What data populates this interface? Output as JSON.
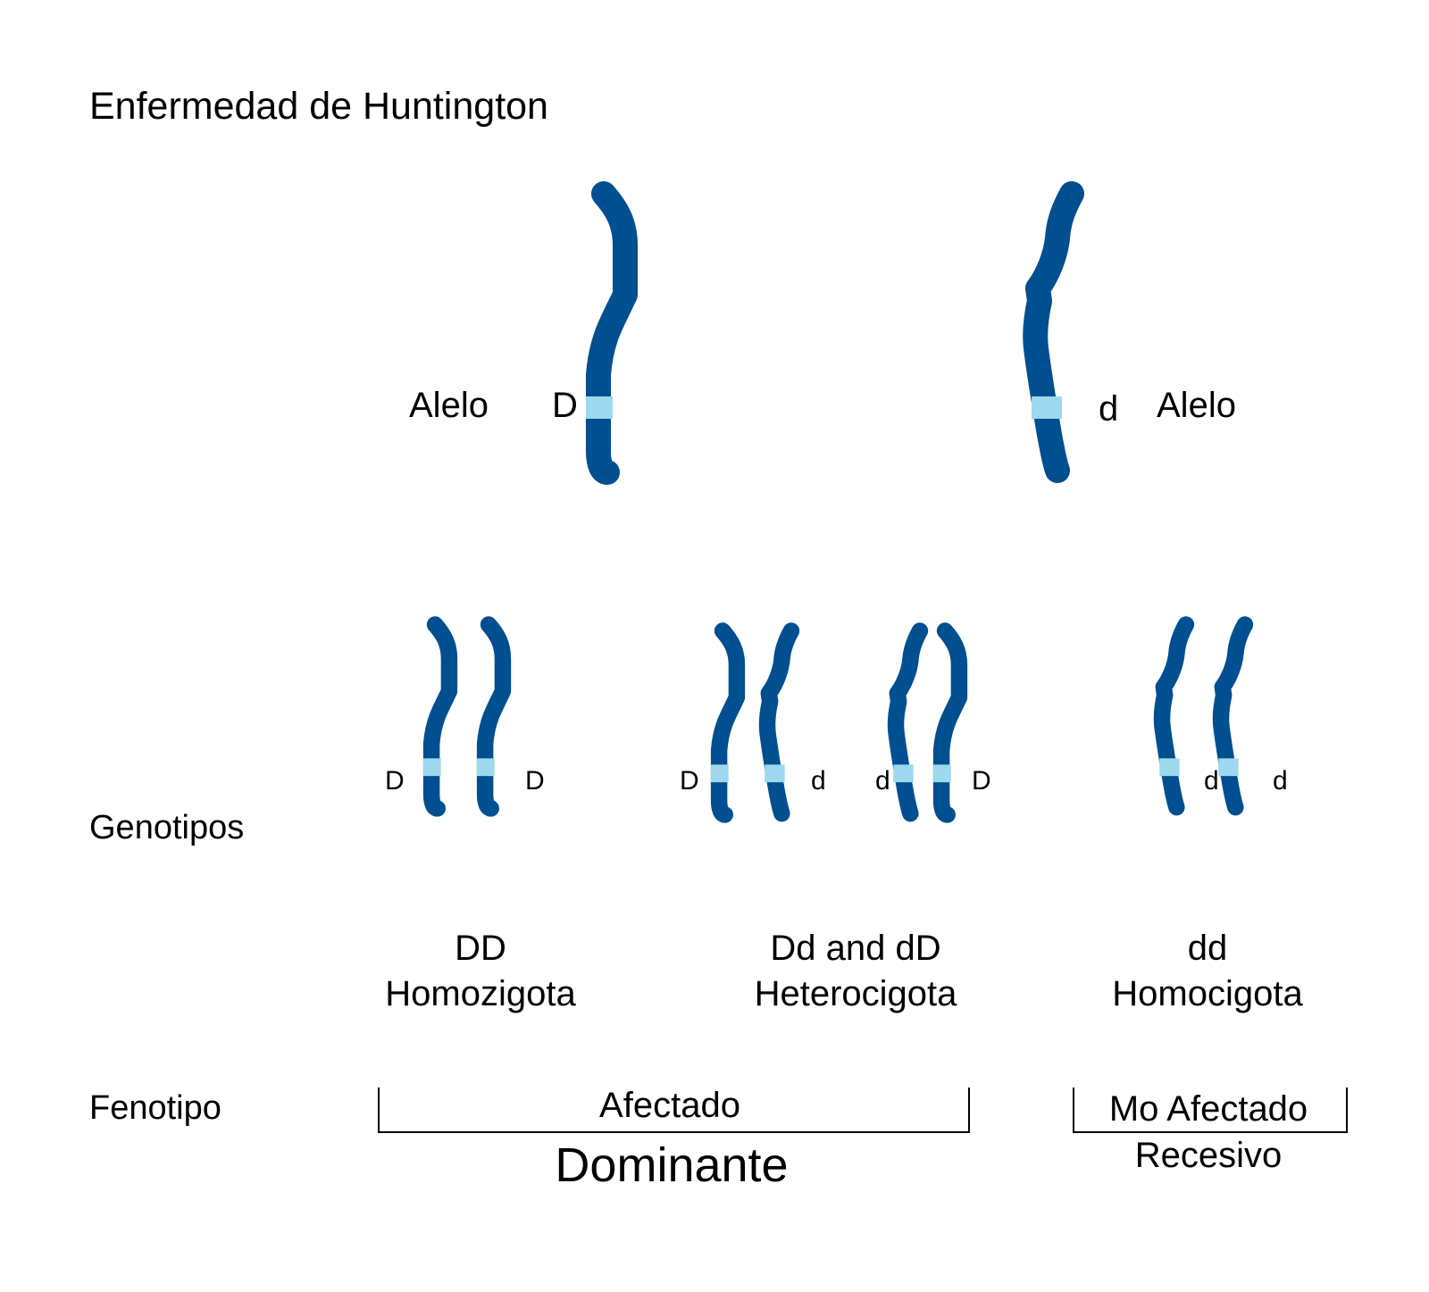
{
  "title": "Enfermedad de Huntington",
  "colors": {
    "chromosome": "#004f91",
    "band": "#9dd8ee",
    "text": "#000000",
    "background": "#ffffff"
  },
  "alleles": {
    "dominant": {
      "word": "Alelo",
      "symbol": "D"
    },
    "recessive": {
      "word": "Alelo",
      "symbol": "d"
    }
  },
  "genotypes": {
    "heading": "Genotipos",
    "pair_labels": {
      "dd_homo": [
        "D",
        "D"
      ],
      "hetero_1": [
        "D",
        "d"
      ],
      "hetero_2": [
        "d",
        "D"
      ],
      "rec_homo": [
        "d",
        "d"
      ]
    },
    "groups": [
      {
        "code": "DD",
        "name": "Homozigota"
      },
      {
        "code": "Dd and dD",
        "name": "Heterocigota"
      },
      {
        "code": "dd",
        "name": "Homocigota"
      }
    ]
  },
  "phenotype": {
    "heading": "Fenotipo",
    "affected": "Afectado",
    "not_affected": "Mo Afectado",
    "dominant": "Dominante",
    "recessive": "Recesivo"
  }
}
